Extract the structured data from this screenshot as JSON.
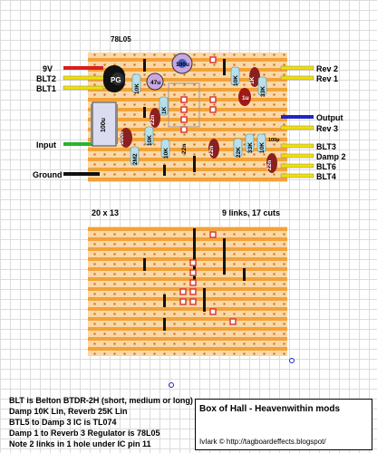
{
  "diagram": {
    "board_size": "20 x 13",
    "link_summary": "9 links, 17 cuts",
    "regulator_label": "78L05",
    "connections_left": [
      "9V",
      "BLT2",
      "BLT1",
      "Input",
      "Ground"
    ],
    "connections_right": [
      "Rev 2",
      "Rev 1",
      "Output",
      "Rev 3",
      "BLT3",
      "Damp 2",
      "BLT6",
      "BLT4"
    ],
    "components": {
      "pg": "PG",
      "c_47u": "47u",
      "c_100u_top": "100u",
      "c_10k_a": "10K",
      "c_1k_a": "1K",
      "c_10k_b": "10K",
      "c_22n_a": "22n",
      "c_1u": "1u",
      "c_10k_c": "10K",
      "c_33k": "33K",
      "c_1k_b": "1K",
      "ic": "100u",
      "c_100n": "100n",
      "c_2m2": "2M2",
      "c_10k_d": "10K",
      "c_22n_b": "22n",
      "c_22n_c": "22n",
      "c_22k": "22K",
      "c_33k_b": "33K",
      "c_10k_e": "10K",
      "c_100p": "100p",
      "c_22n_d": "22n"
    }
  },
  "notes": [
    "BLT is Belton BTDR-2H (short, medium or long)",
    "Damp 10K Lin, Reverb 25K Lin",
    "BTL5 to Damp 3          IC is TL074",
    "Damp 1 to Reverb 3     Regulator is 78L05",
    "Note 2 links in 1 hole under IC pin 11"
  ],
  "info": {
    "title": "Box of Hall - Heavenwithin mods",
    "credit": "IvIark © http://tagboardeffects.blogspot/"
  },
  "colors": {
    "board": "#f2a23a",
    "strip": "#fad7a6",
    "cut": "#d93a3a",
    "link": "#111111",
    "resistor": "#b9e0ea",
    "capacitor": "#8b2020",
    "wire_red": "#d81f1f",
    "wire_yellow": "#f0e000",
    "wire_green": "#29b42c",
    "wire_blue": "#1e26c8"
  }
}
